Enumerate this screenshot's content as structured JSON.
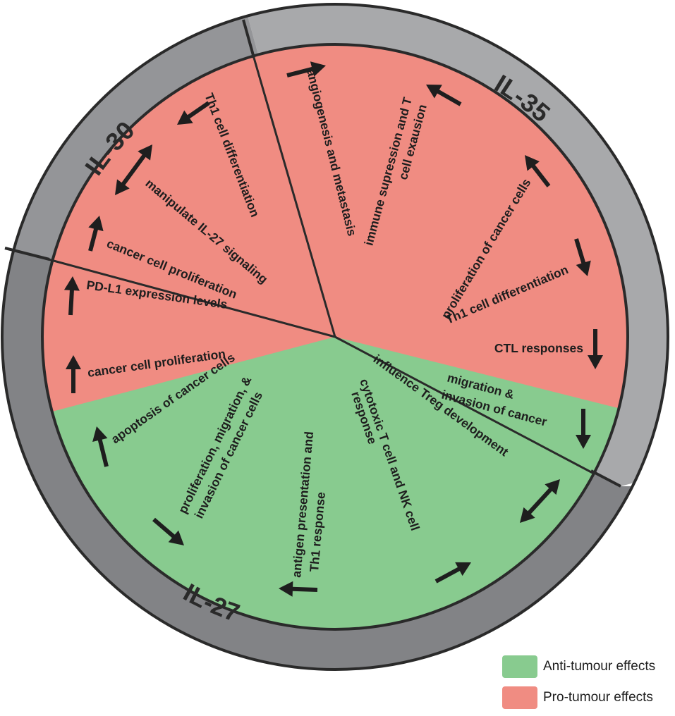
{
  "colors": {
    "anti_tumour": "#88cb8f",
    "pro_tumour": "#f08c82",
    "ring_il35": "#a8a9ab",
    "ring_il27": "#828386",
    "ring_il30": "#949598",
    "outline": "#2a2a2a"
  },
  "rings": [
    {
      "id": "il30",
      "label": "IL-30"
    },
    {
      "id": "il35",
      "label": "IL-35"
    },
    {
      "id": "il27",
      "label": "IL-27"
    }
  ],
  "effects": [
    {
      "text": "Th1 cell differentiation",
      "arrow": "down"
    },
    {
      "text": "manipulate IL-27 signaling",
      "arrow": "both"
    },
    {
      "text": "cancer cell proliferation",
      "arrow": "up"
    },
    {
      "text": "angiogenesis and metastasis",
      "arrow": "up"
    },
    {
      "text": "immune supression and T",
      "arrow": "up"
    },
    {
      "text": "cell exausion",
      "arrow": "none"
    },
    {
      "text": "proliferation of cancer cells",
      "arrow": "up"
    },
    {
      "text": "Th1 cell differentiation",
      "arrow": "down"
    },
    {
      "text": "CTL responses",
      "arrow": "down"
    },
    {
      "text": "migration &",
      "arrow": "none"
    },
    {
      "text": "invasion of cancer",
      "arrow": "down"
    },
    {
      "text": "PD-L1 expression levels",
      "arrow": "up"
    },
    {
      "text": "cancer cell proliferation",
      "arrow": "up"
    },
    {
      "text": "apoptosis of cancer cells",
      "arrow": "up"
    },
    {
      "text": "proliferation, migration, &",
      "arrow": "none"
    },
    {
      "text": "invasion of cancer cells",
      "arrow": "down"
    },
    {
      "text": "antigen presentation and",
      "arrow": "none"
    },
    {
      "text": "Th1 response",
      "arrow": "up"
    },
    {
      "text": "cytotoxic T cell and NK cell",
      "arrow": "up"
    },
    {
      "text": "response",
      "arrow": "none"
    },
    {
      "text": "influence Treg development",
      "arrow": "both"
    }
  ],
  "legend": [
    {
      "label": "Anti-tumour effects",
      "color": "#88cb8f"
    },
    {
      "label": "Pro-tumour effects",
      "color": "#f08c82"
    }
  ]
}
